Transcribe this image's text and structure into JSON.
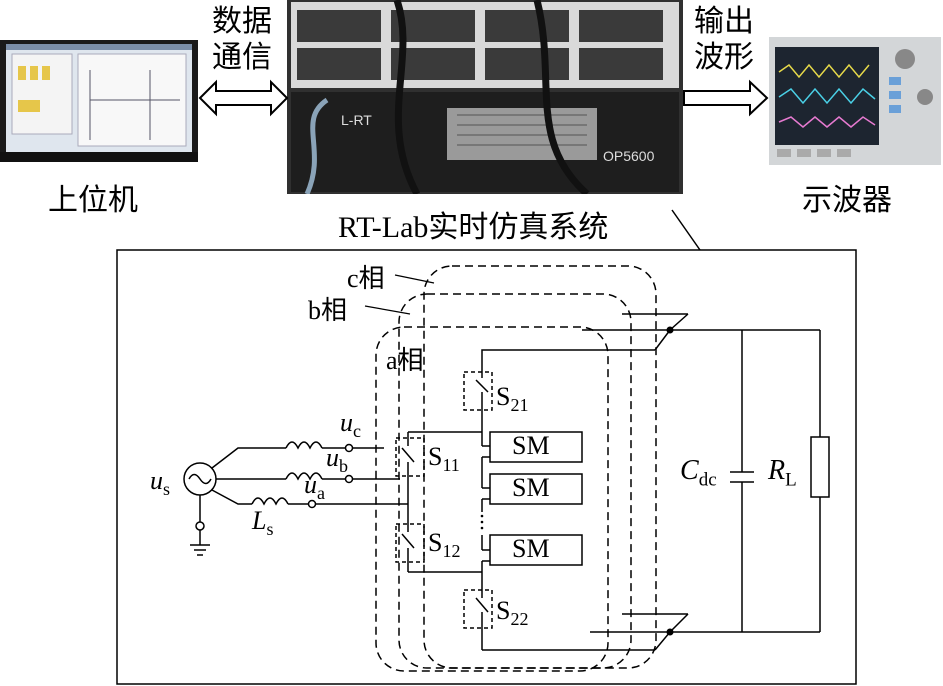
{
  "top": {
    "host_label": "上位机",
    "comm_label_line1": "数据",
    "comm_label_line2": "通信",
    "output_label_line1": "输出",
    "output_label_line2": "波形",
    "scope_label": "示波器",
    "system_label": "RT-Lab实时仿真系统",
    "rack_brand": "L-RT",
    "rack_model": "OP5600"
  },
  "circuit": {
    "phase_c": "c相",
    "phase_b": "b相",
    "phase_a": "a相",
    "source": {
      "main": "u",
      "sub": "s"
    },
    "inductor": {
      "main": "L",
      "sub": "s"
    },
    "uc": {
      "main": "u",
      "sub": "c"
    },
    "ub": {
      "main": "u",
      "sub": "b"
    },
    "ua": {
      "main": "u",
      "sub": "a"
    },
    "s21": {
      "main": "S",
      "sub": "21"
    },
    "s11": {
      "main": "S",
      "sub": "11"
    },
    "s12": {
      "main": "S",
      "sub": "12"
    },
    "s22": {
      "main": "S",
      "sub": "22"
    },
    "sm_label": "SM",
    "cdc": {
      "main": "C",
      "sub": "dc"
    },
    "rl": {
      "main": "R",
      "sub": "L"
    }
  }
}
